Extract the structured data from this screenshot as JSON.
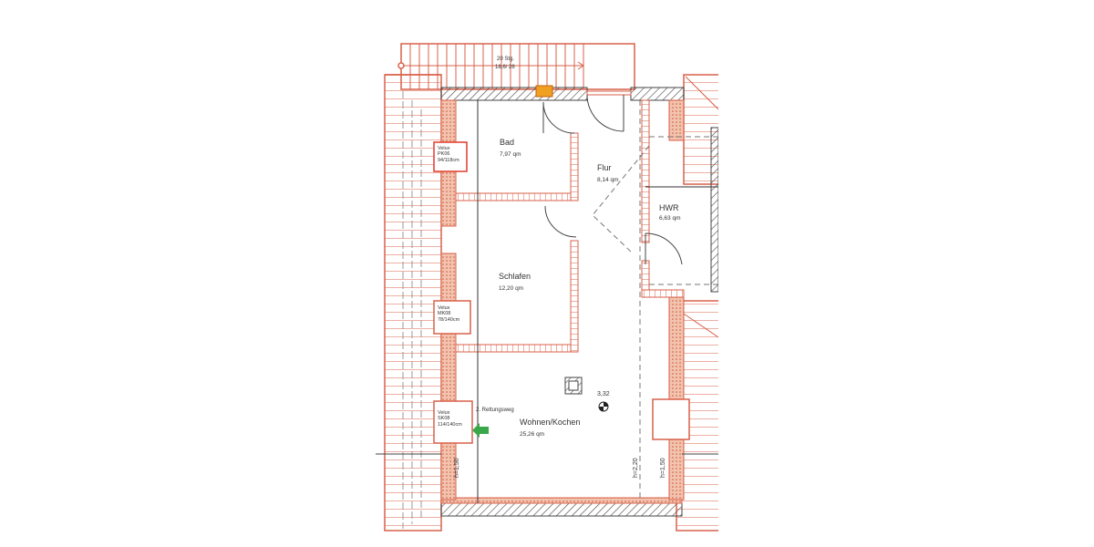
{
  "plan": {
    "stairs": {
      "steps_label": "20 Stg.",
      "ratio_label": "18,6/ 26"
    },
    "rooms": [
      {
        "name": "Bad",
        "area": "7,97 qm"
      },
      {
        "name": "Flur",
        "area": "8,14 qm"
      },
      {
        "name": "HWR",
        "area": "6,63 qm"
      },
      {
        "name": "Schlafen",
        "area": "12,20 qm"
      },
      {
        "name": "Wohnen/Kochen",
        "area": "25,26 qm"
      }
    ],
    "windows": [
      {
        "label": "Velux\nPK06\n94/118cm"
      },
      {
        "label": "Velux\nMK08\n78/140cm"
      },
      {
        "label": "Velux\nSK08\n114/140cm"
      }
    ],
    "escape_route": "2. Rettungsweg",
    "level_marker": "3,32",
    "heights": {
      "left": "h=1,50",
      "middle": "h=2,20",
      "right": "h=1,50"
    },
    "colors": {
      "wall": "#d9604a",
      "brick_fill": "#f0b49a",
      "hatch": "#444444",
      "chimney": "#f0a020",
      "arrow": "#3aa84a",
      "line": "#555555"
    }
  }
}
